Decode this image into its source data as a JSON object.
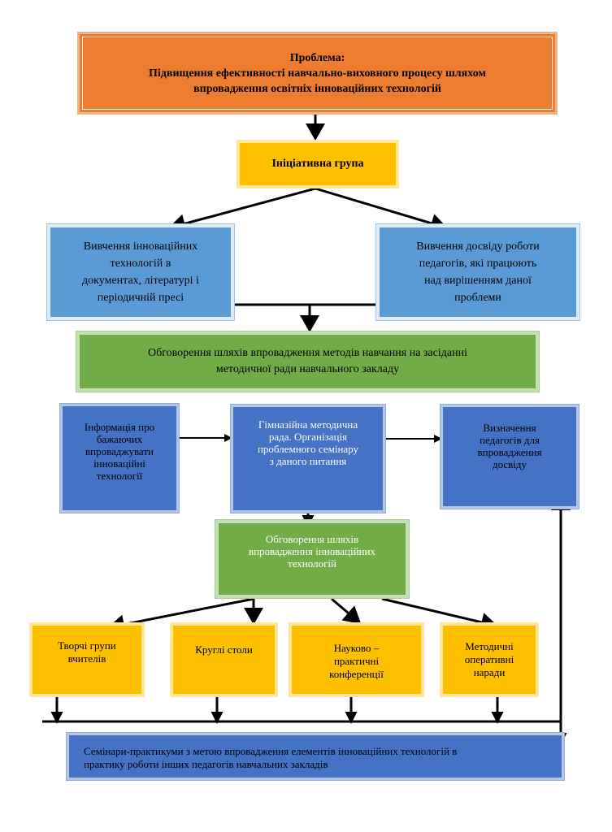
{
  "problem": {
    "heading": "Проблема:",
    "line1": "Підвищення ефективності навчально-виховного процесу шляхом",
    "line2": "впровадження освітніх інноваційних технологій"
  },
  "initiative_group": "Ініціативна група",
  "study_innovations": [
    "Вивчення інноваційних",
    "технологій в",
    "документах, літературі і",
    "періодичній пресі"
  ],
  "study_experience": [
    "Вивчення досвіду роботи",
    "педагогів, які працюють",
    "над вирішенням даної",
    "проблеми"
  ],
  "discussion_council": [
    "Обговорення шляхів впровадження методів навчання на засіданні",
    "методичної ради навчального закладу"
  ],
  "info_willing": [
    "Інформація про",
    "бажаючих",
    "впроваджувати",
    "інноваційні",
    "технології"
  ],
  "gymnasium_council": [
    "Гімназійна методична",
    "рада. Організація",
    "проблемного семінару",
    "з даного питання"
  ],
  "teacher_selection": [
    "Визначення",
    "педагогів для",
    "впровадження",
    "досвіду"
  ],
  "discussion_tech": [
    "Обговорення шляхів",
    "впровадження інноваційних",
    "технологій"
  ],
  "forms": [
    [
      "Творчі групи",
      "вчителів"
    ],
    [
      "Круглі столи"
    ],
    [
      "Науково –",
      "практичні",
      "конференції"
    ],
    [
      "Методичні",
      "оперативні",
      "наради"
    ]
  ],
  "seminars": [
    "Семінари-практикуми з метою впровадження елементів інноваційних технологій в",
    "практику роботи інших педагогів навчальних закладів"
  ],
  "colors": {
    "orange": "#ed7d31",
    "gold": "#ffc000",
    "light_blue": "#5b9bd5",
    "green": "#70ad47",
    "dark_blue": "#4472c4"
  }
}
